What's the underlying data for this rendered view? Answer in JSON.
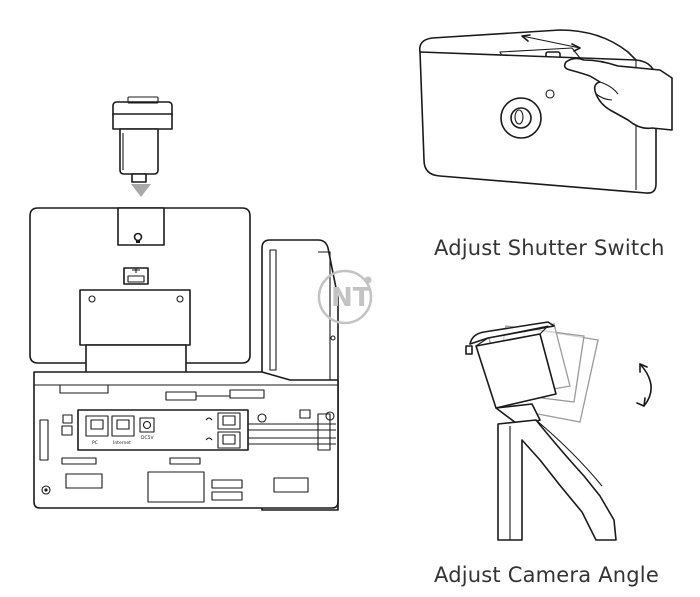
{
  "captions": {
    "shutter": "Adjust Shutter Switch",
    "angle": "Adjust Camera Angle"
  },
  "watermark": {
    "text": "NT",
    "color": "#c3c3c3"
  },
  "port_labels": {
    "pc": "PC",
    "internet": "Internet",
    "dc": "DC5V"
  }
}
